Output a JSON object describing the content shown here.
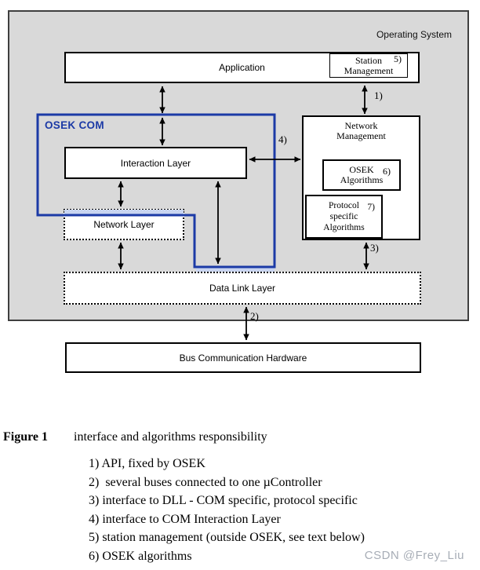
{
  "panel": {
    "os_label": "Operating System"
  },
  "boxes": {
    "application": "Application",
    "station_management": {
      "line1": "Station",
      "ref": "5)",
      "line2": "Management"
    },
    "osek_com": "OSEK COM",
    "interaction_layer": "Interaction Layer",
    "network_layer": "Network Layer",
    "network_management": {
      "line1": "Network",
      "line2": "Management"
    },
    "osek_algorithms": {
      "line1": "OSEK",
      "ref": "6)",
      "line2": "Algorithms"
    },
    "protocol_algorithms": {
      "line1": "Protocol",
      "ref": "7)",
      "line2": "specific",
      "line3": "Algorithms"
    },
    "data_link_layer": "Data Link Layer",
    "bus_hardware": "Bus Communication Hardware"
  },
  "arrow_labels": {
    "n1": "1)",
    "n2": "2)",
    "n3": "3)",
    "n4": "4)"
  },
  "caption": {
    "label": "Figure 1",
    "text": "interface and algorithms responsibility"
  },
  "legend": [
    "1) API, fixed by OSEK",
    "2)  several buses connected to one µController",
    "3) interface to DLL - COM specific, protocol specific",
    "4) interface to COM Interaction Layer",
    "5) station management (outside OSEK, see text below)",
    "6) OSEK algorithms"
  ],
  "watermark": {
    "text": "CSDN @Frey_Liu"
  },
  "colors": {
    "panel_gray": "#d9d9d9",
    "accent_blue": "#1c3aa6",
    "pale_blue": "#c9d5f0",
    "watermark_gray": "#a7adb6"
  }
}
